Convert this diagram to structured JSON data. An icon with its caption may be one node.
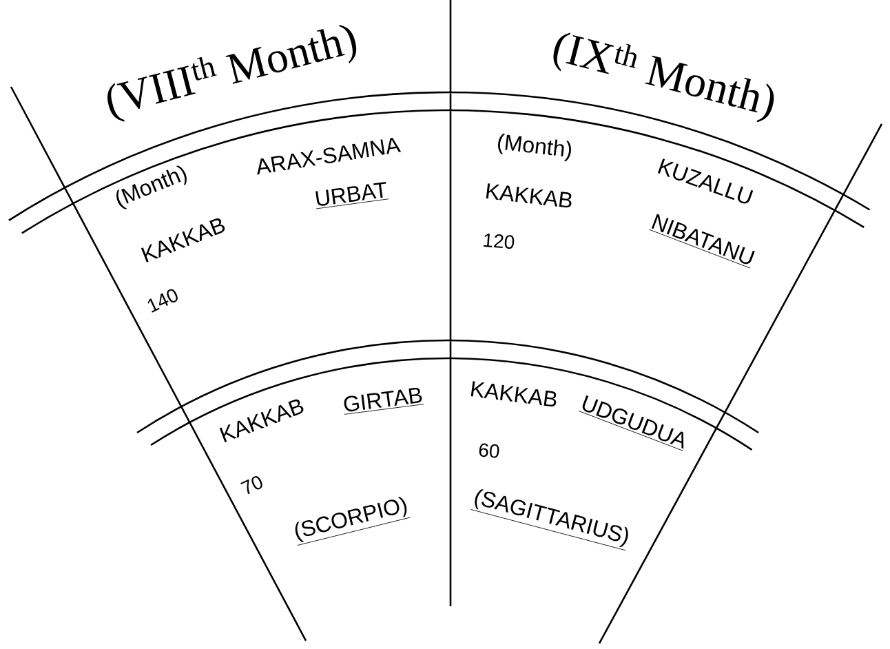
{
  "diagram": {
    "labels": [
      "(VIII$^{th}$ Month)",
      "(IX$^{th}$ Month)",
      "(Month)",
      "ARAX-SAMNA",
      "KAKKAB",
      "URBAT",
      "140",
      "(Month)",
      "KUZALLU",
      "KAKKAB",
      "NIBATANU",
      "120",
      "KAKKAB",
      "GIRTAB",
      "70",
      "(SCORPIO)",
      "KAKKAB",
      "UDGUDUA",
      "60",
      "(SAGITTARIUS)"
    ]
  }
}
